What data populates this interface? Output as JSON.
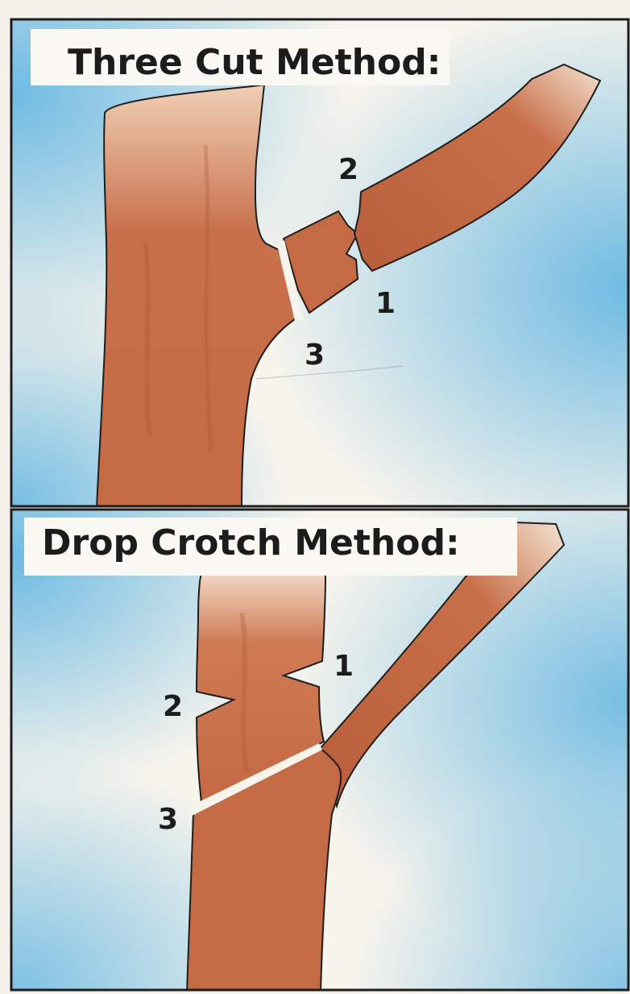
{
  "panels": [
    {
      "title": "Three Cut Method:",
      "cut_labels": [
        "1",
        "2",
        "3"
      ]
    },
    {
      "title": "Drop Crotch Method:",
      "cut_labels": [
        "1",
        "2",
        "3"
      ]
    }
  ],
  "colors": {
    "bark": "#c8704a",
    "bark_dark": "#a85636",
    "sky": "#8ccbe8",
    "paper": "#f7f4ec",
    "outline": "#1e1e1e"
  }
}
